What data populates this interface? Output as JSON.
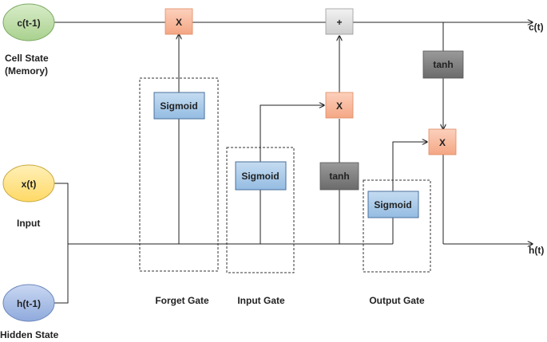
{
  "inputs": {
    "c_prev": "c(t-1)",
    "x_t": "x(t)",
    "h_prev": "h(t-1)"
  },
  "side_labels": {
    "cell_state_1": "Cell State",
    "cell_state_2": "(Memory)",
    "input": "Input",
    "hidden_state": "Hidden State"
  },
  "outputs": {
    "c_t": "c(t)",
    "h_t": "h(t)"
  },
  "ops": {
    "multiply": "X",
    "add": "+",
    "tanh": "tanh",
    "sigmoid": "Sigmoid"
  },
  "gates": {
    "forget": "Forget Gate",
    "input": "Input Gate",
    "output": "Output Gate"
  },
  "colors": {
    "cell_state_node": "#a9d18e",
    "input_node": "#ffd966",
    "hidden_node": "#8faadc",
    "multiply_box": "#f8b093",
    "add_box": "#d9d9d9",
    "tanh_box": "#7f7f7f",
    "sigmoid_box": "#9dc3e6",
    "line": "#222222"
  }
}
